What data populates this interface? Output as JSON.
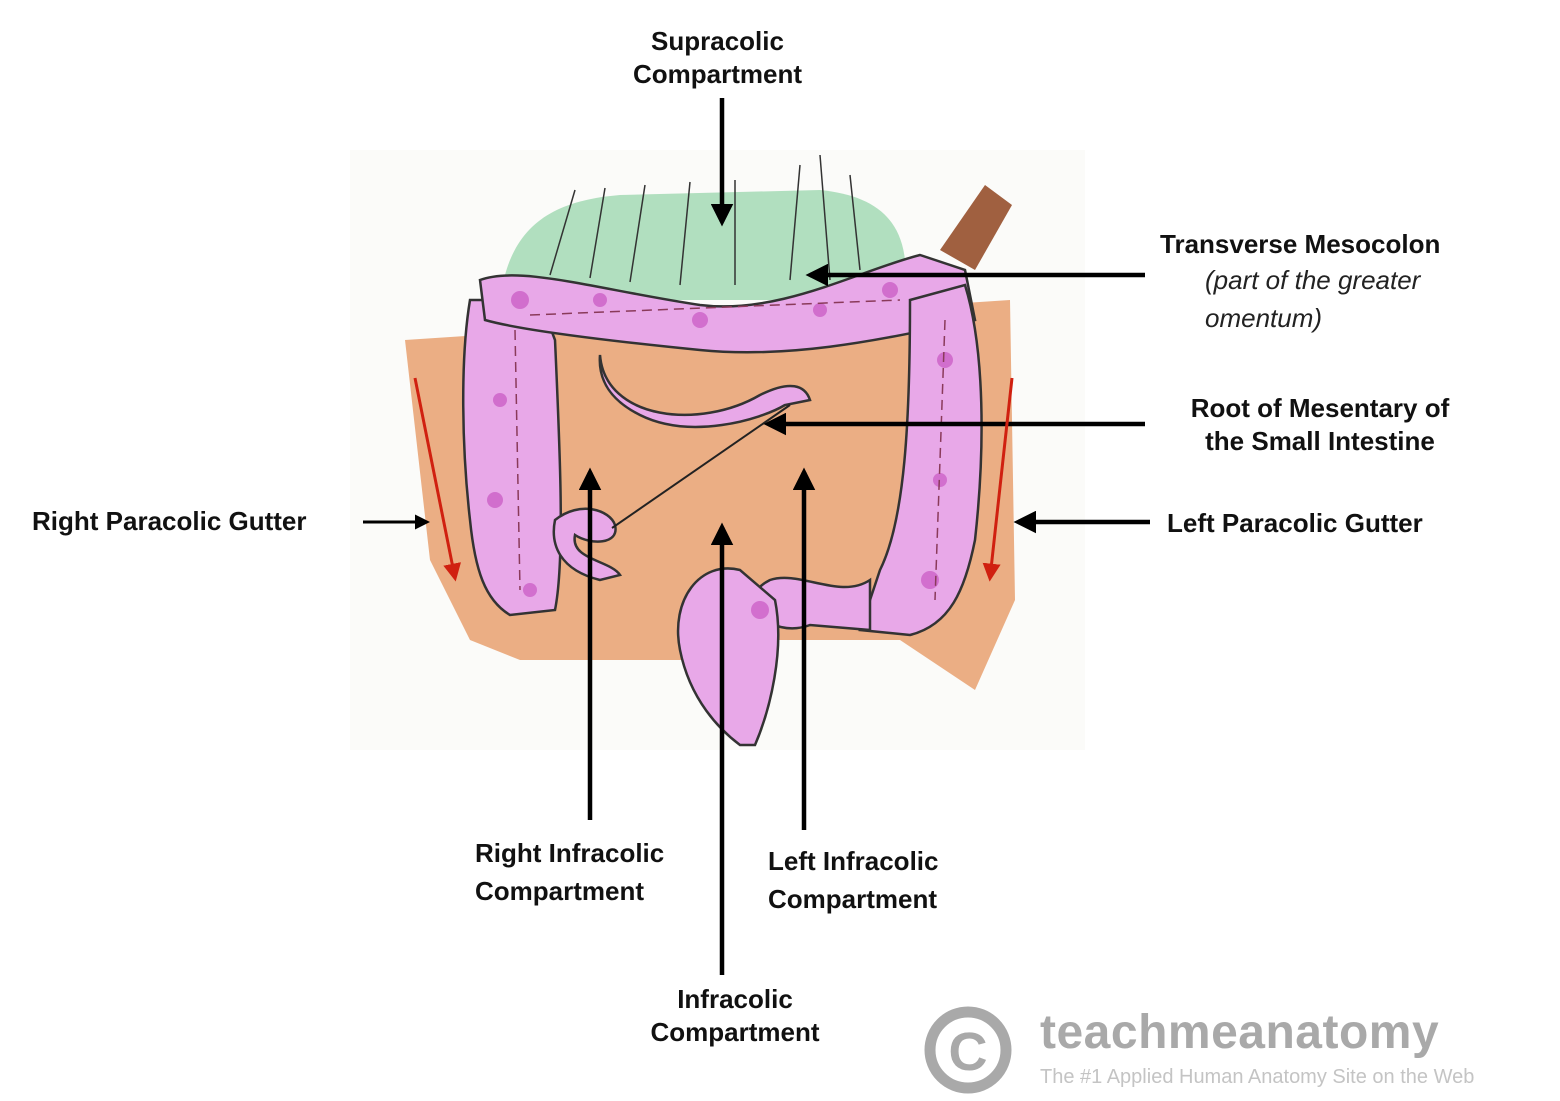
{
  "labels": {
    "supracolic": [
      "Supracolic",
      "Compartment"
    ],
    "transverse_mesocolon": "Transverse Mesocolon",
    "transverse_note": [
      "(part of the greater",
      "omentum)"
    ],
    "root_mesentery": [
      "Root of Mesentary of",
      "the Small Intestine"
    ],
    "right_paracolic": "Right Paracolic Gutter",
    "left_paracolic": "Left Paracolic Gutter",
    "right_infracolic": [
      "Right Infracolic",
      "Compartment"
    ],
    "left_infracolic": [
      "Left Infracolic",
      "Compartment"
    ],
    "infracolic": [
      "Infracolic",
      "Compartment"
    ]
  },
  "watermark": {
    "brand": "teachmeanatomy",
    "tagline": "The #1 Applied Human Anatomy Site on the Web",
    "symbol": "©"
  },
  "colors": {
    "posterior_wall": "#e8a070",
    "colon": "#e8a8e8",
    "colon_highlight": "#c040b8",
    "omentum": "#a8dcb8",
    "gutter_arrow": "#d02010",
    "pointer": "#000000"
  }
}
